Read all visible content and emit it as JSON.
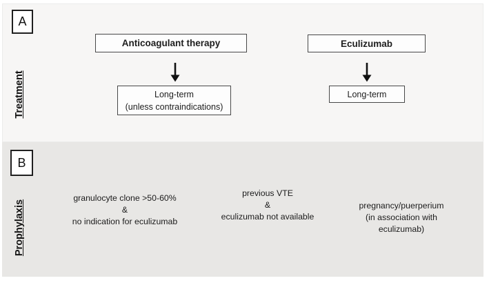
{
  "panel_a": {
    "corner_label": "A",
    "side_label": "Treatment",
    "anticoagulant": {
      "title": "Anticoagulant therapy",
      "result_line1": "Long-term",
      "result_line2": "(unless contraindications)"
    },
    "eculizumab": {
      "title": "Eculizumab",
      "result_line1": "Long-term"
    }
  },
  "panel_b": {
    "corner_label": "B",
    "side_label": "Prophylaxis",
    "indications": [
      {
        "lines": [
          "granulocyte clone >50-60%",
          "&",
          "no indication for eculizumab"
        ]
      },
      {
        "lines": [
          "previous VTE",
          "&",
          "eculizumab not available"
        ]
      },
      {
        "lines": [
          "pregnancy/puerperium",
          "(in association with",
          "eculizumab)"
        ]
      }
    ]
  },
  "colors": {
    "panel_a_background": "#f7f6f5",
    "panel_b_background": "#e8e7e5",
    "box_border": "#474747",
    "label_box_border": "#1f1f1f",
    "text": "#1d1d1d"
  }
}
